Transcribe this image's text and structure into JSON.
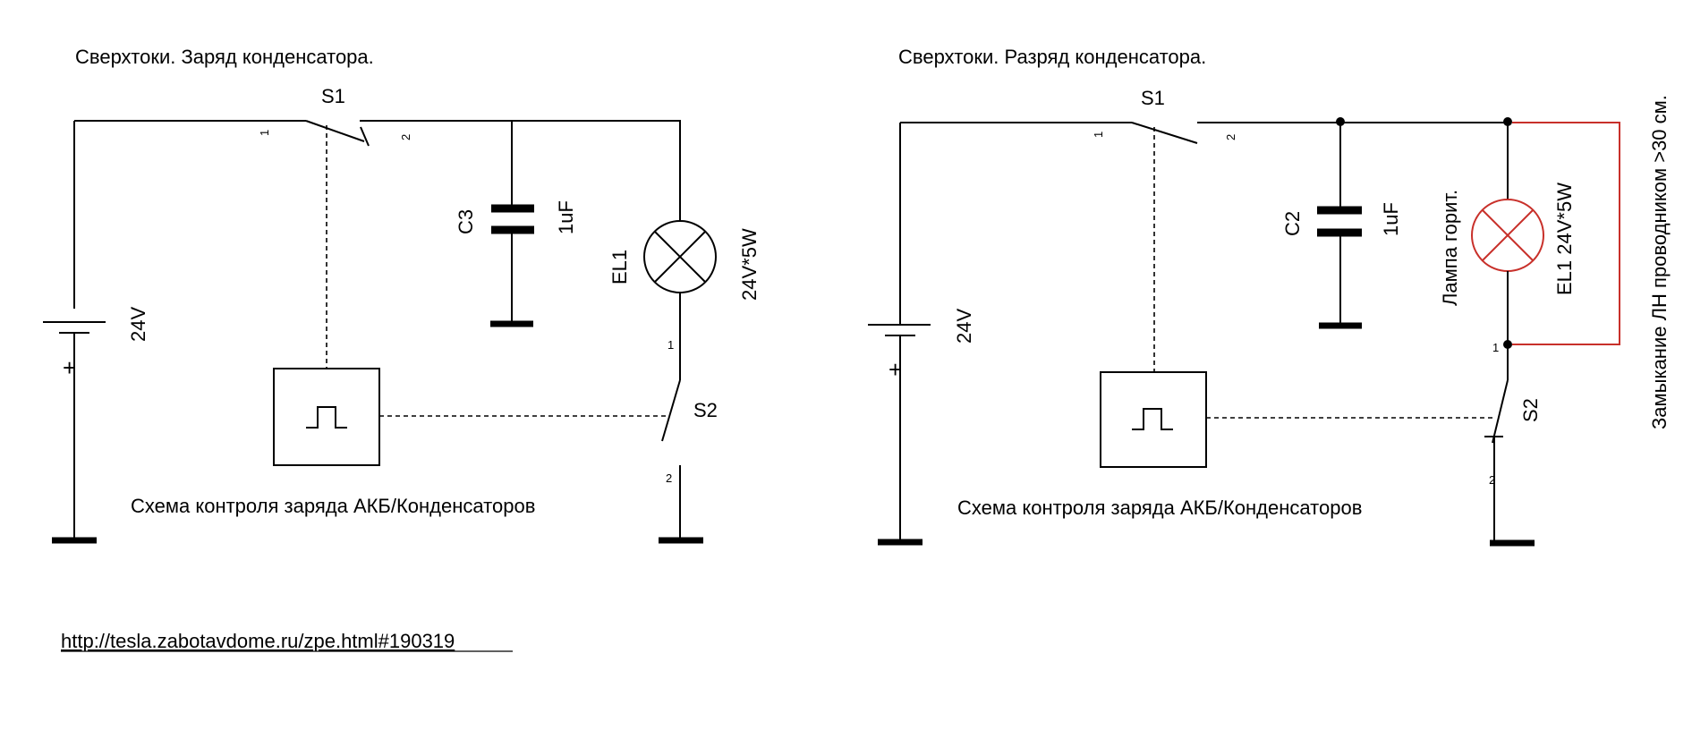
{
  "left": {
    "title": "Сверхтоки. Заряд конденсатора.",
    "switch1": {
      "label": "S1",
      "pin1": "1",
      "pin2": "2"
    },
    "capacitor": {
      "ref": "C3",
      "value": "1uF"
    },
    "lamp": {
      "ref": "EL1",
      "rating": "24V*5W"
    },
    "battery": {
      "voltage": "24V",
      "plus": "+"
    },
    "switch2": {
      "label": "S2",
      "pin1": "1",
      "pin2": "2"
    },
    "controller_caption": "Схема контроля заряда АКБ/Конденсаторов"
  },
  "right": {
    "title": "Сверхтоки. Разряд конденсатора.",
    "switch1": {
      "label": "S1",
      "pin1": "1",
      "pin2": "2"
    },
    "capacitor": {
      "ref": "C2",
      "value": "1uF"
    },
    "lamp": {
      "label": "EL1 24V*5W",
      "status": "Лампа  горит."
    },
    "battery": {
      "voltage": "24V",
      "plus": "+"
    },
    "switch2": {
      "label": "S2",
      "pin1": "1",
      "pin2": "2"
    },
    "controller_caption": "Схема контроля заряда АКБ/Конденсаторов",
    "short_note": "Замыкание ЛН проводником >30 см."
  },
  "url": "http://tesla.zabotavdome.ru/zpe.html#190319",
  "colors": {
    "wire": "#000000",
    "highlight": "#c8302a",
    "background": "#ffffff"
  }
}
